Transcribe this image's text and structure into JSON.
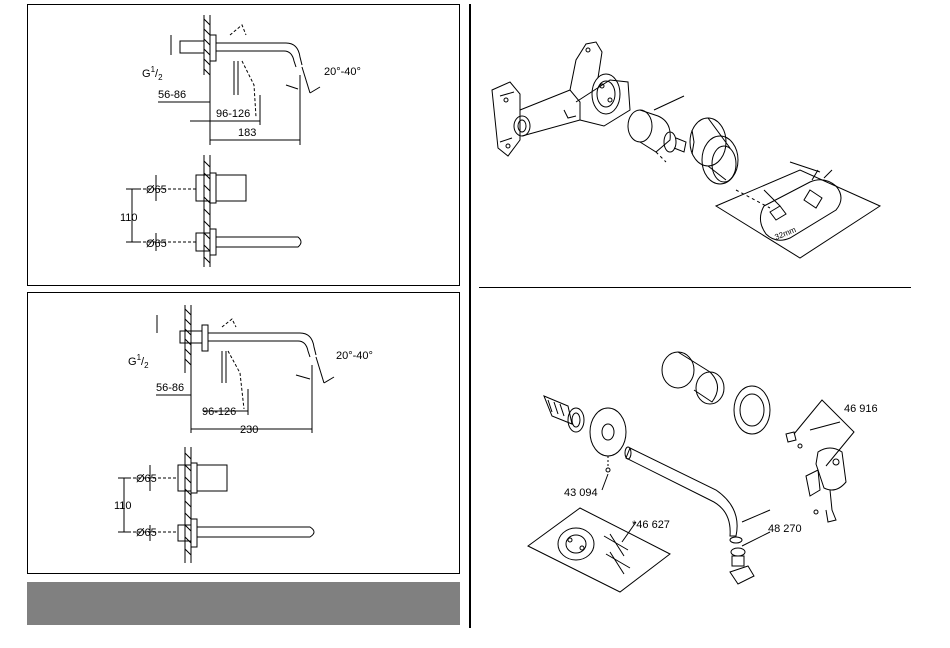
{
  "labels": {
    "thread": "G",
    "thread_sup": "1",
    "thread_sub": "2",
    "angle": "20°-40°",
    "dim_56_86": "56-86",
    "dim_96_126": "96-126",
    "dim_183": "183",
    "dim_230": "230",
    "dim_110": "110",
    "dia_65": "Ø65",
    "wrench": "32mm",
    "part_46916": "46 916",
    "part_43094": "43 094",
    "part_46627": "*46 627",
    "part_48270": "48 270"
  },
  "colors": {
    "line": "#000000",
    "band": "#808080",
    "paper": "#ffffff"
  }
}
